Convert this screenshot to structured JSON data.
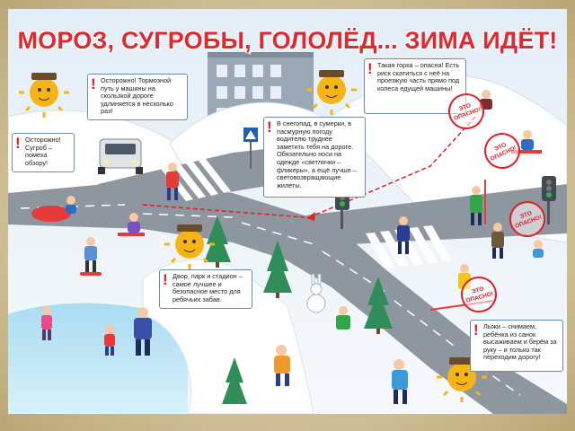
{
  "title": "МОРОЗ, СУГРОБЫ, ГОЛОЛЁД... ЗИМА ИДЁТ!",
  "notes": [
    "Осторожно! Тормозной путь у машины на скользкой дороге удлиняется в несколько раз!",
    "Осторожно! Сугроб – помеха обзору!",
    "Такая горка – опасна! Есть риск скатиться с неё на проезжую часть прямо под колеса едущей машины!",
    "В снегопад, в сумерки, в пасмурную погоду водителю труднее заметить тебя на дороге. Обязательно носи на одежде «светлячки – фликеры», а ещё лучше – световозвращающие жилеты.",
    "Двор, парк и стадион – самое лучшее и безопасное место для ребячьих забав.",
    "Лыжи – снимаем, ребёнка из санок высаживаем и берём за руку – и только так переходим дорогу!"
  ],
  "stamp_lines": [
    "ЭТО",
    "ОПАСНО!"
  ],
  "colors": {
    "title_red": "#e5262e",
    "warning_red": "#e31e24",
    "note_border": "#6f89a8",
    "road": "#8e979f",
    "snow": "#ffffff",
    "sky": "#e9f1f8",
    "ice": "#bfe6f5",
    "frame": "#cdbd92",
    "sun": "#f8b416"
  },
  "icons": [
    "sun-mascot-icon",
    "exclamation-icon",
    "traffic-light-icon",
    "pedestrian-crossing-sign-icon",
    "fir-tree-icon",
    "snowman-icon"
  ]
}
